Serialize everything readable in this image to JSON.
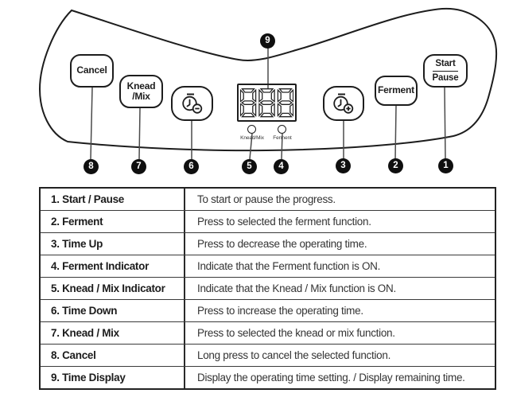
{
  "panel": {
    "buttons": {
      "cancel": {
        "label": "Cancel",
        "badge": "8"
      },
      "knead_mix": {
        "label_line1": "Knead",
        "label_line2": "/Mix",
        "badge": "7"
      },
      "time_down": {
        "icon": "clock-minus-icon",
        "badge": "6"
      },
      "time_up": {
        "icon": "clock-plus-icon",
        "badge": "3"
      },
      "ferment": {
        "label": "Ferment",
        "badge": "2"
      },
      "start_pause": {
        "label_top": "Start",
        "label_bottom": "Pause",
        "badge": "1"
      }
    },
    "display": {
      "value": "888",
      "badge": "9"
    },
    "indicators": {
      "knead_mix": {
        "label": "Knead/Mix",
        "badge": "5"
      },
      "ferment": {
        "label": "Ferment",
        "badge": "4"
      }
    }
  },
  "table": {
    "rows": [
      {
        "name": "1. Start / Pause",
        "desc": "To start or pause the progress."
      },
      {
        "name": "2. Ferment",
        "desc": "Press to selected the ferment function."
      },
      {
        "name": "3. Time Up",
        "desc": "Press to decrease the operating time."
      },
      {
        "name": "4. Ferment Indicator",
        "desc": "Indicate that the Ferment function is ON."
      },
      {
        "name": "5. Knead / Mix Indicator",
        "desc": "Indicate that the Knead / Mix function is ON."
      },
      {
        "name": "6. Time Down",
        "desc": "Press to increase the operating time."
      },
      {
        "name": "7. Knead / Mix",
        "desc": "Press to selected the knead or mix function."
      },
      {
        "name": "8. Cancel",
        "desc": "Long press to cancel the selected function."
      },
      {
        "name": "9. Time Display",
        "desc": "Display the operating time setting. / Display remaining time."
      }
    ]
  },
  "colors": {
    "outline": "#1d1d1d",
    "connector": "#4a4a4a",
    "badge_bg": "#0f0f0f",
    "badge_text": "#ffffff"
  }
}
